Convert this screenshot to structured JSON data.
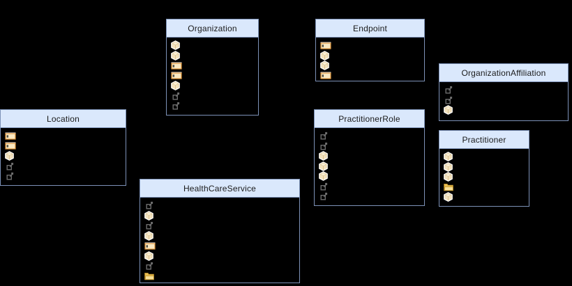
{
  "palette": {
    "background": "#000000",
    "header_fill": "#dae8fc",
    "border": "#7d92b8",
    "title_color": "#1a1a1a",
    "complex_icon_fill": "#f3e3c0",
    "primitive_icon_border": "#e0953a",
    "reference_icon_gray": "#6e6e6e",
    "folder_icon_fill": "#e9bf54"
  },
  "classes": [
    {
      "title": "Organization",
      "attributes": [
        "complex-type-icon",
        "complex-type-icon",
        "primitive-type-icon",
        "primitive-type-icon",
        "complex-type-icon",
        "reference-icon",
        "reference-icon"
      ]
    },
    {
      "title": "Endpoint",
      "attributes": [
        "primitive-type-icon",
        "complex-type-icon",
        "complex-type-icon",
        "primitive-type-icon"
      ]
    },
    {
      "title": "OrganizationAffiliation",
      "attributes": [
        "reference-icon",
        "reference-icon",
        "complex-type-icon"
      ]
    },
    {
      "title": "Location",
      "attributes": [
        "primitive-type-icon",
        "primitive-type-icon",
        "complex-type-icon",
        "reference-icon",
        "reference-icon"
      ]
    },
    {
      "title": "PractitionerRole",
      "attributes": [
        "reference-icon",
        "reference-icon",
        "complex-type-icon",
        "complex-type-icon",
        "complex-type-icon",
        "reference-icon",
        "reference-icon"
      ]
    },
    {
      "title": "Practitioner",
      "attributes": [
        "complex-type-icon",
        "complex-type-icon",
        "complex-type-icon",
        "folder-icon",
        "complex-type-icon"
      ]
    },
    {
      "title": "HealthCareService",
      "attributes": [
        "reference-icon",
        "complex-type-icon",
        "reference-icon",
        "complex-type-icon",
        "primitive-type-icon",
        "complex-type-icon",
        "reference-icon",
        "folder-icon"
      ]
    }
  ]
}
